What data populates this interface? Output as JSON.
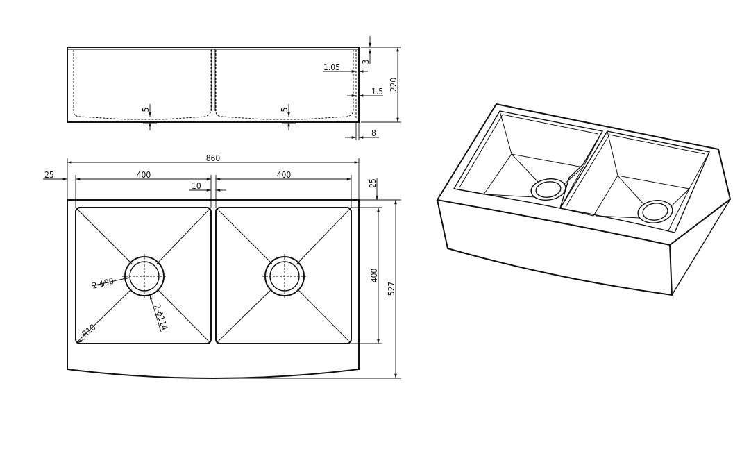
{
  "drawing": {
    "top_view": {
      "dim_total_width": "860",
      "dim_left_bowl": "400",
      "dim_right_bowl": "400",
      "dim_divider": "10",
      "dim_left_margin": "25",
      "dim_top_margin": "25",
      "dim_bowl_depth": "400",
      "dim_total_depth": "527",
      "label_drain": "2-ϕ90",
      "label_flange": "2-ϕ114",
      "label_radius": "R10"
    },
    "front_view": {
      "dim_height": "220",
      "dim_lip": "3",
      "dim_wall_1": "1.05",
      "dim_wall_2": "1.5",
      "dim_bottom_left": "5",
      "dim_bottom_right": "5",
      "dim_apron": "8"
    }
  }
}
